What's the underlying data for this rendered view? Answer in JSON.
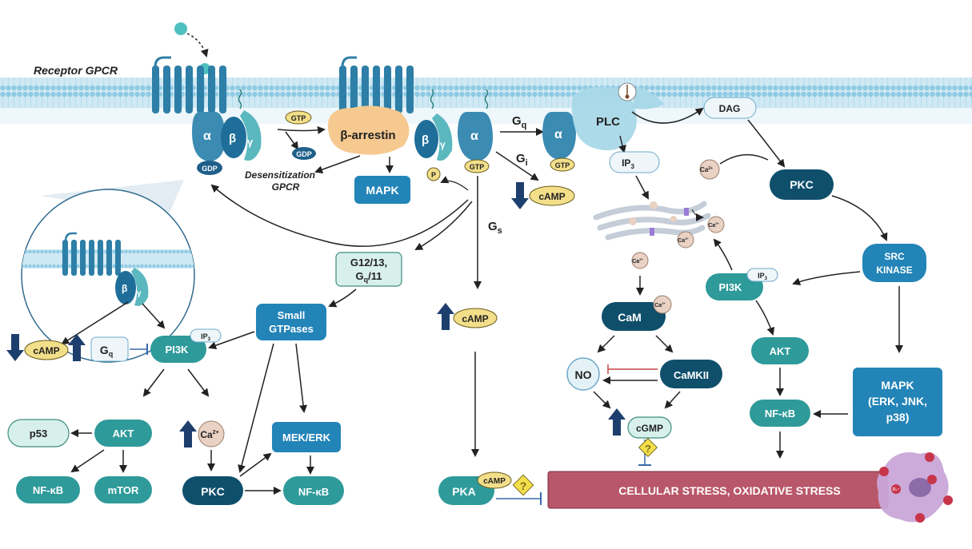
{
  "membrane_label": "Receptor GPCR",
  "subunits": {
    "alpha": "α",
    "beta": "β",
    "gamma": "γ"
  },
  "nodes": {
    "gdp_main": "GDP",
    "gtp_small": "GTP",
    "gdp_small": "GDP",
    "beta_arrestin": "β-arrestin",
    "desensitization_1": "Desensitization",
    "desensitization_2": "GPCR",
    "mapk_top": "MAPK",
    "p": "P",
    "gtp_alpha": "GTP",
    "gq_label": "G",
    "gq_sub": "q",
    "gi_label": "G",
    "gi_sub": "i",
    "gs_label": "G",
    "gs_sub": "s",
    "camp_gi": "cAMP",
    "plc": "PLC",
    "gtp_plc": "GTP",
    "dag": "DAG",
    "ip3_label": "IP",
    "ip3_sub": "3",
    "ca": "Ca",
    "ca_sup": "2+",
    "pkc_right": "PKC",
    "src_kinase_1": "SRC",
    "src_kinase_2": "KINASE",
    "pi3k_right": "PI3K",
    "ip3_badge": "IP",
    "ip3_badge_sub": "3",
    "cam": "CaM",
    "cam_ca": "Ca",
    "cam_ca_sup": "2+",
    "no": "NO",
    "camkii": "CaMKII",
    "cgmp": "cGMP",
    "akt_right": "AKT",
    "nfkb_right": "NF-κB",
    "mapk_right_1": "MAPK",
    "mapk_right_2": "(ERK, JNK,",
    "mapk_right_3": "p38)",
    "g1213_1": "G12/13,",
    "g1213_2": "G",
    "g1213_sub": "q",
    "g1213_3": "/11",
    "small_gtpases_1": "Small",
    "small_gtpases_2": "GTPases",
    "camp_gs": "cAMP",
    "camp_left": "cAMP",
    "gq_left": "G",
    "gq_left_sub": "q",
    "pi3k_left": "PI3K",
    "ip3_left": "IP",
    "ip3_left_sub": "3",
    "p53": "p53",
    "akt_left": "AKT",
    "nfkb_left": "NF-κB",
    "mtor": "mTOR",
    "ca_left": "Ca",
    "ca_left_sup": "2+",
    "pkc_left": "PKC",
    "mek_erk": "MEK/ERK",
    "nfkb_mid": "NF-κB",
    "pka": "PKA",
    "pka_camp": "cAMP",
    "question": "?",
    "stress": "CELLULAR STRESS, OXIDATIVE STRESS",
    "ros": "O₂⁻"
  },
  "colors": {
    "membrane": "#a8d8ec",
    "receptor": "#2e7fa7",
    "alpha": "#3b8bb3",
    "beta": "#1f6e9a",
    "gamma": "#5cb8bf",
    "dark_node": "#0f4f6b",
    "mid_node": "#2384b8",
    "teal_node": "#2f9a9a",
    "pale_node": "#d8f0ec",
    "camp_fill": "#f3df8a",
    "stress": "#b9576a",
    "arrestin": "#f5c990",
    "plc": "#a9d8e8",
    "ca_fill": "#e9d1c4",
    "arrow_up": "#1e3f6e",
    "inhibit": "#c74545"
  }
}
